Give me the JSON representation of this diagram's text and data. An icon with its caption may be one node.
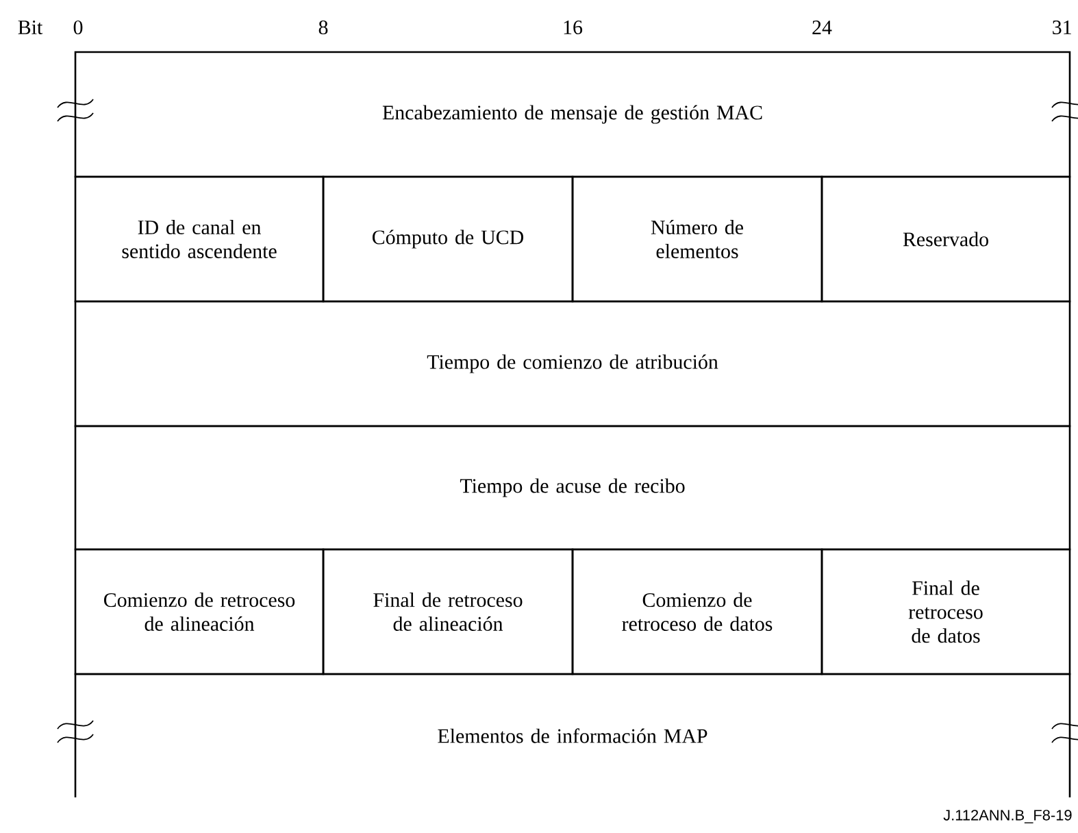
{
  "diagram": {
    "nodes": [
      {
        "text": [
          "Encabezamiento de mensaje de gestión MAC"
        ]
      },
      {
        "text": [
          "ID de canal en sentido ascendente"
        ]
      },
      {
        "text": [
          "Cómputo de UCD"
        ]
      },
      {
        "text": [
          "Número de elementos"
        ]
      },
      {
        "text": [
          "Reservado"
        ]
      },
      {
        "text": [
          "Tiempo de comienzo de atribución"
        ]
      },
      {
        "text": [
          "Tiempo de acuse de recibo"
        ]
      },
      {
        "text": [
          "Comienzo de retroceso de alineación"
        ]
      },
      {
        "text": [
          "Final de retroceso de alineación"
        ]
      },
      {
        "text": [
          "Comienzo de retroceso de datos"
        ]
      },
      {
        "text": [
          "Final de retroceso de datos"
        ]
      },
      {
        "text": [
          "Elementos de información MAP"
        ]
      }
    ],
    "labels": [
      "Bit",
      "0",
      "8",
      "16",
      "24",
      "31",
      "J.112ANN.B_F8-19"
    ]
  }
}
